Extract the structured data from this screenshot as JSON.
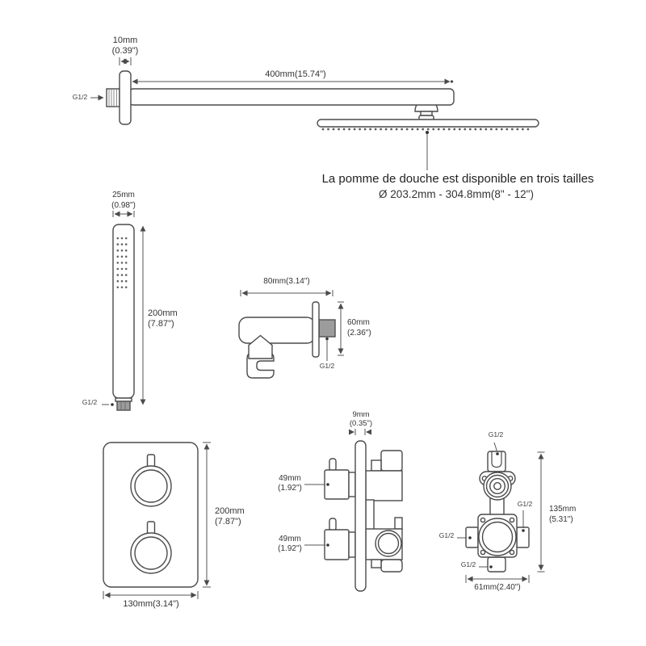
{
  "colors": {
    "line": "#4a4a4a",
    "dim": "#555555",
    "text": "#333333",
    "thread_fill": "#9c9c9c"
  },
  "shower_arm": {
    "flange_width_mm": "10mm",
    "flange_width_in": "(0.39\")",
    "thread_label": "G1/2",
    "arm_length": "400mm(15.74\")"
  },
  "shower_head": {
    "note_line1": "La pomme de douche est disponible en trois tailles",
    "note_line2": "Ø 203.2mm - 304.8mm(8\" - 12\")"
  },
  "hand_shower": {
    "width_mm": "25mm",
    "width_in": "(0.98\")",
    "length_mm": "200mm",
    "length_in": "(7.87\")",
    "thread_label": "G1/2"
  },
  "wall_outlet": {
    "width": "80mm(3.14\")",
    "height_mm": "60mm",
    "height_in": "(2.36\")",
    "thread_label": "G1/2"
  },
  "valve_trim": {
    "height_mm": "200mm",
    "height_in": "(7.87\")",
    "width": "130mm(3.14\")"
  },
  "valve_side": {
    "depth_mm": "9mm",
    "depth_in": "(0.35\")",
    "knob1_mm": "49mm",
    "knob1_in": "(1.92\")",
    "knob2_mm": "49mm",
    "knob2_in": "(1.92\")"
  },
  "rough_valve": {
    "port_top": "G1/2",
    "port_right": "G1/2",
    "port_left": "G1/2",
    "port_bottom": "G1/2",
    "height_mm": "135mm",
    "height_in": "(5.31\")",
    "width": "61mm(2.40\")"
  }
}
